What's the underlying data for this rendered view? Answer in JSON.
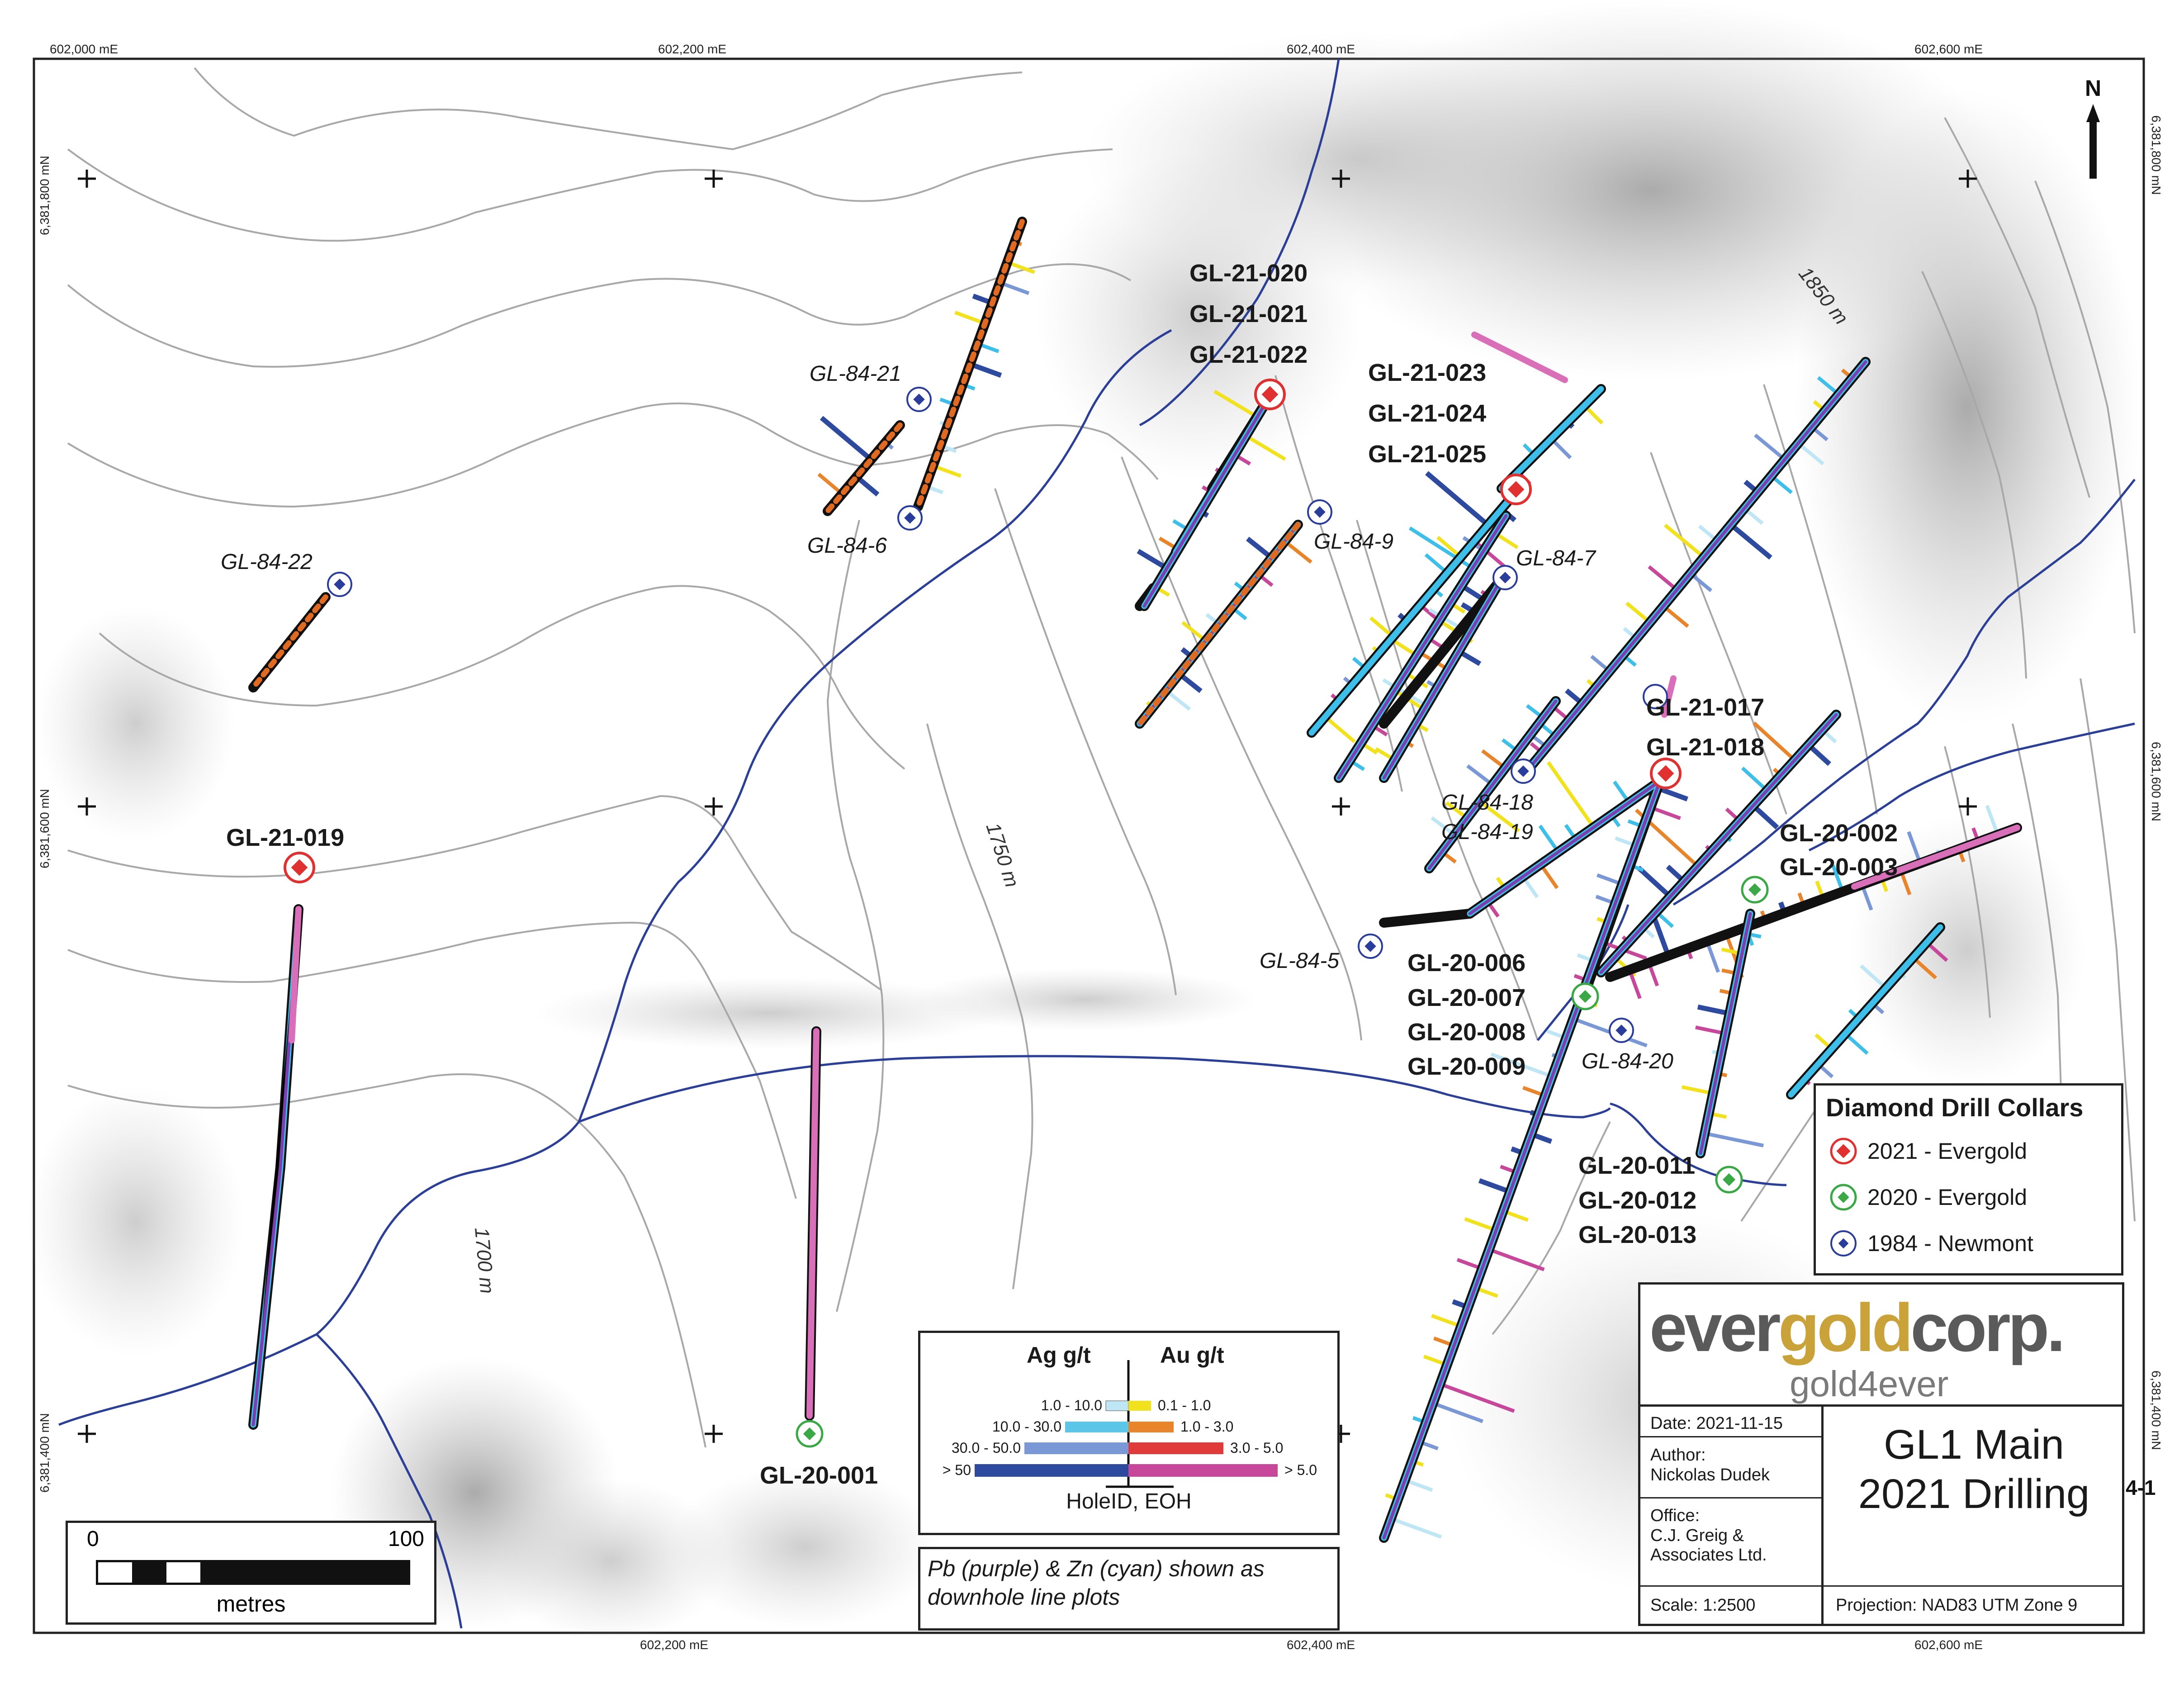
{
  "map": {
    "grid_labels": {
      "top": [
        "602,000 mE",
        "602,200 mE",
        "602,400 mE",
        "602,600 mE"
      ],
      "bottom": [
        "602,200 mE",
        "602,400 mE",
        "602,600 mE"
      ],
      "left": [
        "6,381,800 mN",
        "6,381,600 mN",
        "6,381,400 mN"
      ],
      "right": [
        "6,381,800 mN",
        "6,381,600 mN",
        "6,381,400 mN"
      ]
    },
    "contours": [
      "1850 m",
      "1750 m",
      "1700 m"
    ],
    "north_label": "N",
    "edge_fragment": "4-1"
  },
  "holes": {
    "gl_21_020": "GL-21-020",
    "gl_21_021": "GL-21-021",
    "gl_21_022": "GL-21-022",
    "gl_21_023": "GL-21-023",
    "gl_21_024": "GL-21-024",
    "gl_21_025": "GL-21-025",
    "gl_21_017": "GL-21-017",
    "gl_21_018": "GL-21-018",
    "gl_21_019": "GL-21-019",
    "gl_20_001": "GL-20-001",
    "gl_20_002": "GL-20-002",
    "gl_20_003": "GL-20-003",
    "gl_20_006": "GL-20-006",
    "gl_20_007": "GL-20-007",
    "gl_20_008": "GL-20-008",
    "gl_20_009": "GL-20-009",
    "gl_20_011": "GL-20-011",
    "gl_20_012": "GL-20-012",
    "gl_20_013": "GL-20-013",
    "gl_84_21": "GL-84-21",
    "gl_84_6": "GL-84-6",
    "gl_84_22": "GL-84-22",
    "gl_84_9": "GL-84-9",
    "gl_84_7": "GL-84-7",
    "gl_84_18": "GL-84-18",
    "gl_84_19": "GL-84-19",
    "gl_84_5": "GL-84-5",
    "gl_84_20": "GL-84-20"
  },
  "collar_legend": {
    "title": "Diamond Drill Collars",
    "items": [
      {
        "label": "2021 - Evergold",
        "color": "#e03030"
      },
      {
        "label": "2020 - Evergold",
        "color": "#3aa845"
      },
      {
        "label": "1984 - Newmont",
        "color": "#2b3d9a"
      }
    ]
  },
  "grade_legend": {
    "ag_title": "Ag g/t",
    "au_title": "Au g/t",
    "ag_ranges": [
      {
        "label": "1.0 - 10.0",
        "color": "#bfe6f4"
      },
      {
        "label": "10.0 - 30.0",
        "color": "#5cc6e8"
      },
      {
        "label": "30.0 - 50.0",
        "color": "#7b98d6"
      },
      {
        "label": "> 50",
        "color": "#2e4a9e"
      }
    ],
    "au_ranges": [
      {
        "label": "0.1 - 1.0",
        "color": "#f2e21e"
      },
      {
        "label": "1.0 - 3.0",
        "color": "#e8842a"
      },
      {
        "label": "3.0 - 5.0",
        "color": "#e03a3a"
      },
      {
        "label": "> 5.0",
        "color": "#c7479b"
      }
    ],
    "footer": "HoleID, EOH"
  },
  "plot_note": "Pb (purple) & Zn (cyan) shown as downhole line plots",
  "scale_bar": {
    "zero": "0",
    "hundred": "100",
    "unit": "metres"
  },
  "title_block": {
    "logo_ever": "ever",
    "logo_gold": "gold",
    "logo_corp": "corp.",
    "logo_tag": "gold4ever",
    "date": "Date: 2021-11-15",
    "author_label": "Author:",
    "author_name": "Nickolas Dudek",
    "office_label": "Office:",
    "office_line1": "C.J. Greig &",
    "office_line2": "Associates Ltd.",
    "scale": "Scale: 1:2500",
    "projection": "Projection: NAD83 UTM Zone 9",
    "title_line1": "GL1 Main",
    "title_line2": "2021 Drilling"
  }
}
